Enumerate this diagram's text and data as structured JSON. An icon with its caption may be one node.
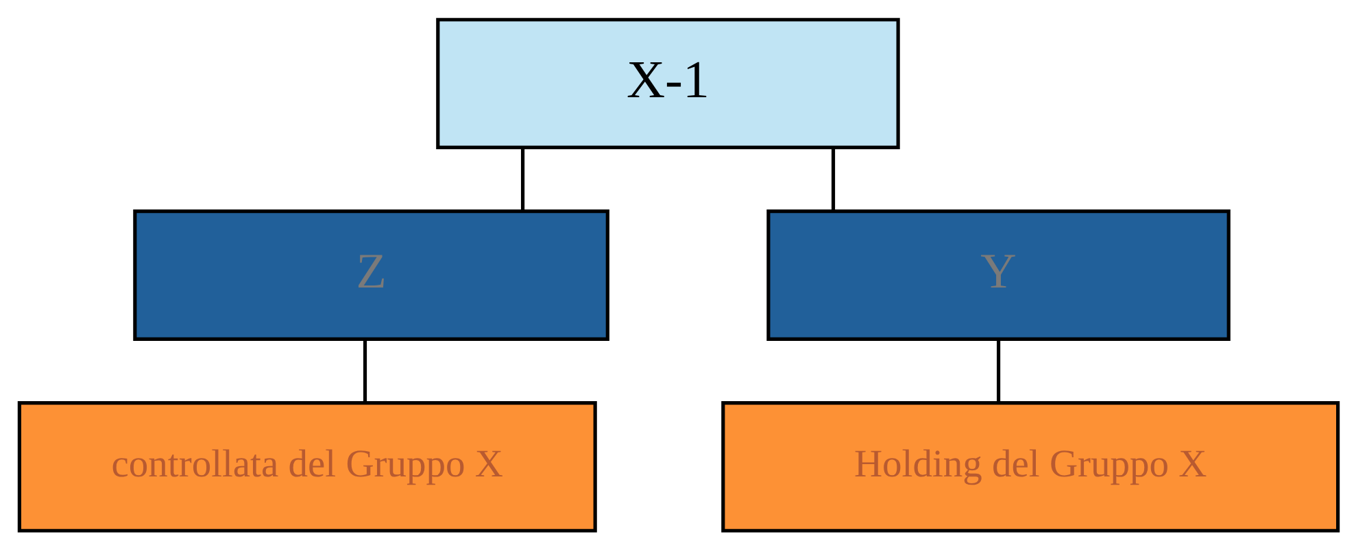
{
  "diagram": {
    "nodes": [
      {
        "text": [
          "X-1"
        ]
      },
      {
        "text": [
          "Z"
        ]
      },
      {
        "text": [
          "Y"
        ]
      },
      {
        "text": [
          "controllata del Gruppo X"
        ]
      },
      {
        "text": [
          "Holding del Gruppo X"
        ]
      }
    ],
    "edges": [
      {
        "from": 0,
        "to": 1,
        "arrow": "none"
      },
      {
        "from": 0,
        "to": 2,
        "arrow": "none"
      },
      {
        "from": 1,
        "to": 3,
        "arrow": "none"
      },
      {
        "from": 2,
        "to": 4,
        "arrow": "none"
      }
    ]
  }
}
